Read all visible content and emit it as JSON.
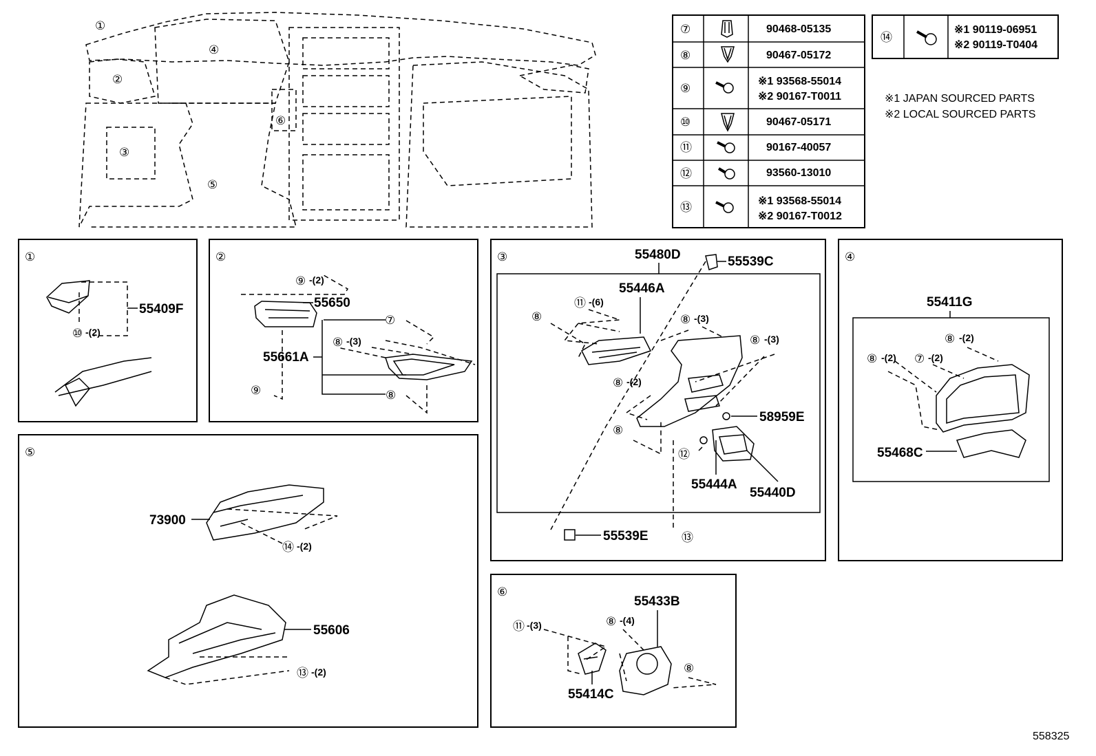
{
  "overview": {
    "markers": [
      "①",
      "②",
      "③",
      "④",
      "⑤",
      "⑥"
    ]
  },
  "fastener_table": {
    "rows": [
      {
        "ref": "⑦",
        "icon": "clip-icon",
        "line1": "90468-05135",
        "line2": ""
      },
      {
        "ref": "⑧",
        "icon": "clip-icon",
        "line1": "90467-05172",
        "line2": ""
      },
      {
        "ref": "⑨",
        "icon": "screw-icon",
        "line1": "※1 93568-55014",
        "line2": "※2 90167-T0011"
      },
      {
        "ref": "⑩",
        "icon": "clip-icon",
        "line1": "90467-05171",
        "line2": ""
      },
      {
        "ref": "⑪",
        "icon": "screw-icon",
        "line1": "90167-40057",
        "line2": ""
      },
      {
        "ref": "⑫",
        "icon": "screw-icon",
        "line1": "93560-13010",
        "line2": ""
      },
      {
        "ref": "⑬",
        "icon": "screw-icon",
        "line1": "※1 93568-55014",
        "line2": "※2 90167-T0012"
      }
    ],
    "bolt": {
      "ref": "⑭",
      "icon": "bolt-icon",
      "line1": "※1 90119-06951",
      "line2": "※2 90119-T0404"
    }
  },
  "notes": [
    "※1 JAPAN SOURCED PARTS",
    "※2 LOCAL SOURCED PARTS"
  ],
  "panel1": {
    "num": "①",
    "part": "55409F",
    "clip": "⑩",
    "clip_qty": "-(2)"
  },
  "panel2": {
    "num": "②",
    "p1": "55650",
    "p2": "55661A",
    "r9a": "⑨",
    "r9a_qty": "-(2)",
    "r7": "⑦",
    "r8a": "⑧",
    "r8a_qty": "-(3)",
    "r9b": "⑨",
    "r8b": "⑧"
  },
  "panel3": {
    "num": "③",
    "p_top": "55480D",
    "p_c": "55539C",
    "p_a": "55446A",
    "r11": "⑪",
    "r11_qty": "-(6)",
    "r8a": "⑧",
    "r8b": "⑧",
    "r8b_qty": "-(3)",
    "r8c": "⑧",
    "r8c_qty": "-(3)",
    "r8d": "⑧",
    "r8d_qty": "-(2)",
    "r8e": "⑧",
    "p_58959": "58959E",
    "r12": "⑫",
    "p_444": "55444A",
    "p_440": "55440D",
    "p_539e": "55539E",
    "r13": "⑬"
  },
  "panel4": {
    "num": "④",
    "p_411": "55411G",
    "r8a": "⑧",
    "r8a_qty": "-(2)",
    "r8b": "⑧",
    "r8b_qty": "-(2)",
    "r7": "⑦",
    "r7_qty": "-(2)",
    "p_468": "55468C"
  },
  "panel5": {
    "num": "⑤",
    "p_739": "73900",
    "r14": "⑭",
    "r14_qty": "-(2)",
    "p_606": "55606",
    "r13": "⑬",
    "r13_qty": "-(2)"
  },
  "panel6": {
    "num": "⑥",
    "p_433": "55433B",
    "r11": "⑪",
    "r11_qty": "-(3)",
    "r8a": "⑧",
    "r8a_qty": "-(4)",
    "r8b": "⑧",
    "p_414": "55414C"
  },
  "footer": {
    "id": "558325"
  }
}
